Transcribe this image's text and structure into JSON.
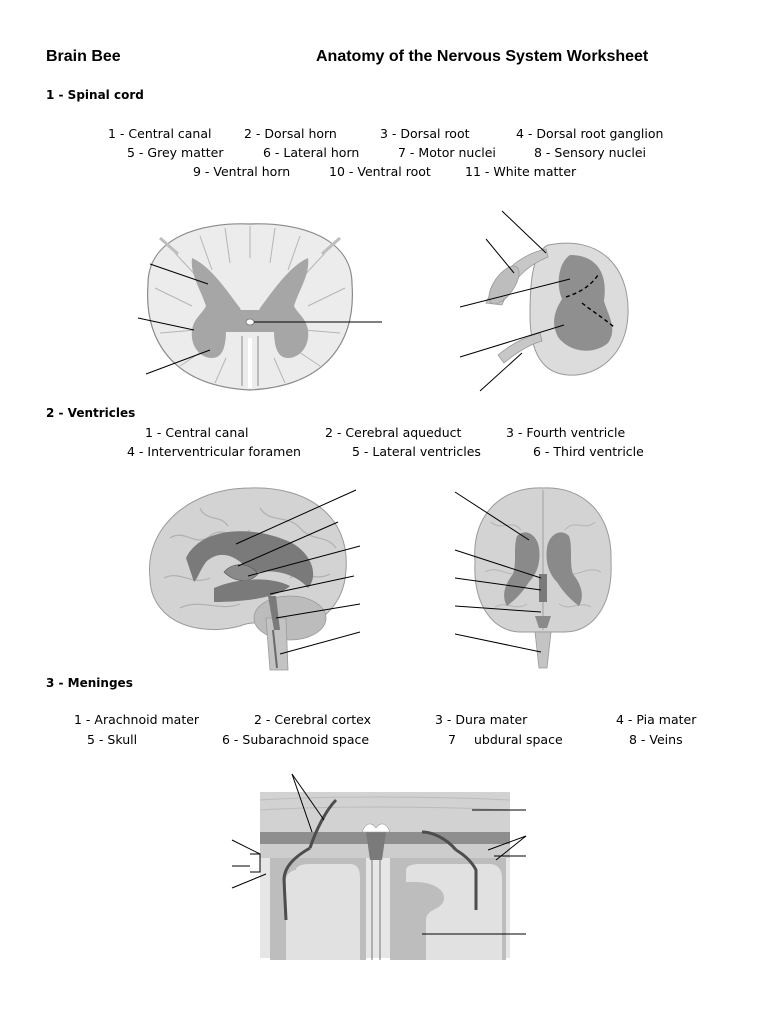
{
  "header": {
    "left": "Brain Bee",
    "title": "Anatomy of the Nervous System Worksheet"
  },
  "sections": {
    "spinal_cord": {
      "heading": "1 - Spinal cord",
      "terms": [
        "1 - Central canal",
        "2 - Dorsal horn",
        "3 - Dorsal root",
        "4 - Dorsal root ganglion",
        "5 - Grey matter",
        "6 - Lateral horn",
        "7 - Motor nuclei",
        "8 - Sensory nuclei",
        "9 - Ventral horn",
        "10 - Ventral root",
        "11 - White matter"
      ]
    },
    "ventricles": {
      "heading": "2 - Ventricles",
      "terms": [
        "1 - Central canal",
        "2 - Cerebral aqueduct",
        "3 - Fourth ventricle",
        "4 - Interventricular foramen",
        "5 - Lateral ventricles",
        "6 - Third ventricle"
      ]
    },
    "meninges": {
      "heading": "3 - Meninges",
      "terms": [
        "1 - Arachnoid mater",
        "2 - Cerebral cortex",
        "3 - Dura mater",
        "4 - Pia mater",
        "5 - Skull",
        "6 - Subarachnoid space",
        "7",
        "ubdural space",
        "8 - Veins"
      ]
    }
  },
  "colors": {
    "grey_matter": "#a6a6a6",
    "white_matter": "#e9e9e9",
    "ventricle": "#7a7a7a",
    "brain": "#cfcfcf"
  }
}
